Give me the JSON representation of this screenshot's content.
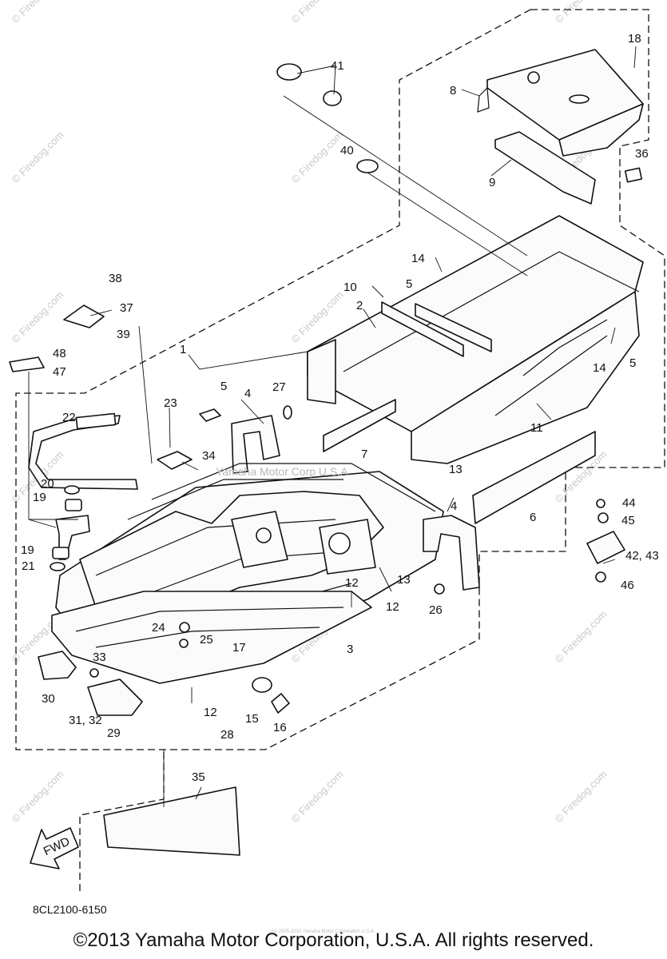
{
  "diagram": {
    "drawing_code": "8CL2100-6150",
    "copyright": "©2013 Yamaha Motor Corporation, U.S.A. All rights reserved.",
    "center_watermark": "Yamaha Motor Corp U.S.A.",
    "small_print": "(c) 2005-2015 Yamaha Motor Corporation U.S.A.",
    "watermark_text": "© Firedog.com",
    "fwd_label": "FWD",
    "callouts": [
      {
        "id": "c1",
        "label": "1"
      },
      {
        "id": "c2",
        "label": "2"
      },
      {
        "id": "c3",
        "label": "3"
      },
      {
        "id": "c4a",
        "label": "4"
      },
      {
        "id": "c4b",
        "label": "4"
      },
      {
        "id": "c5a",
        "label": "5"
      },
      {
        "id": "c5b",
        "label": "5"
      },
      {
        "id": "c5c",
        "label": "5"
      },
      {
        "id": "c6",
        "label": "6"
      },
      {
        "id": "c7",
        "label": "7"
      },
      {
        "id": "c8",
        "label": "8"
      },
      {
        "id": "c9",
        "label": "9"
      },
      {
        "id": "c10",
        "label": "10"
      },
      {
        "id": "c11",
        "label": "11"
      },
      {
        "id": "c12a",
        "label": "12"
      },
      {
        "id": "c12b",
        "label": "12"
      },
      {
        "id": "c12c",
        "label": "12"
      },
      {
        "id": "c13a",
        "label": "13"
      },
      {
        "id": "c13b",
        "label": "13"
      },
      {
        "id": "c14a",
        "label": "14"
      },
      {
        "id": "c14b",
        "label": "14"
      },
      {
        "id": "c15",
        "label": "15"
      },
      {
        "id": "c16",
        "label": "16"
      },
      {
        "id": "c17",
        "label": "17"
      },
      {
        "id": "c18",
        "label": "18"
      },
      {
        "id": "c19a",
        "label": "19"
      },
      {
        "id": "c19b",
        "label": "19"
      },
      {
        "id": "c20",
        "label": "20"
      },
      {
        "id": "c21",
        "label": "21"
      },
      {
        "id": "c22",
        "label": "22"
      },
      {
        "id": "c23",
        "label": "23"
      },
      {
        "id": "c24",
        "label": "24"
      },
      {
        "id": "c25",
        "label": "25"
      },
      {
        "id": "c26",
        "label": "26"
      },
      {
        "id": "c27",
        "label": "27"
      },
      {
        "id": "c28",
        "label": "28"
      },
      {
        "id": "c29",
        "label": "29"
      },
      {
        "id": "c30",
        "label": "30"
      },
      {
        "id": "c3132",
        "label": "31, 32"
      },
      {
        "id": "c33",
        "label": "33"
      },
      {
        "id": "c34",
        "label": "34"
      },
      {
        "id": "c35",
        "label": "35"
      },
      {
        "id": "c36",
        "label": "36"
      },
      {
        "id": "c37",
        "label": "37"
      },
      {
        "id": "c38",
        "label": "38"
      },
      {
        "id": "c39",
        "label": "39"
      },
      {
        "id": "c40",
        "label": "40"
      },
      {
        "id": "c41",
        "label": "41"
      },
      {
        "id": "c4243",
        "label": "42, 43"
      },
      {
        "id": "c44",
        "label": "44"
      },
      {
        "id": "c45",
        "label": "45"
      },
      {
        "id": "c46",
        "label": "46"
      },
      {
        "id": "c47",
        "label": "47"
      },
      {
        "id": "c48",
        "label": "48"
      }
    ]
  }
}
